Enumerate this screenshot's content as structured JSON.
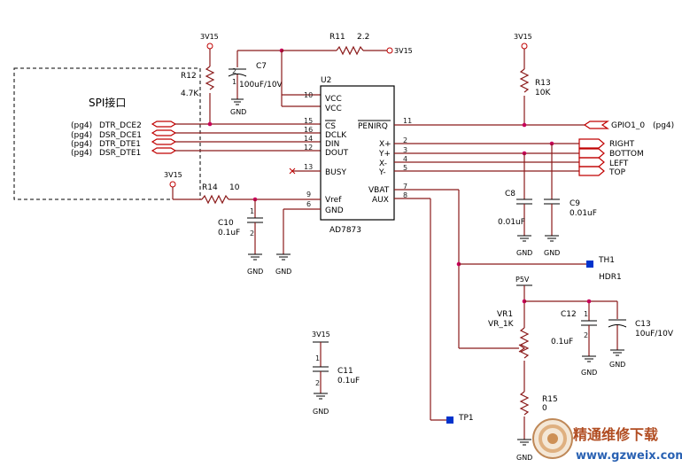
{
  "ic": {
    "ref": "U2",
    "part": "AD7873",
    "pins_left": [
      {
        "num": "10",
        "name": "VCC"
      },
      {
        "num": "",
        "name": "VCC"
      },
      {
        "num": "15",
        "name": "CS"
      },
      {
        "num": "16",
        "name": "DCLK"
      },
      {
        "num": "14",
        "name": "DIN"
      },
      {
        "num": "12",
        "name": "DOUT"
      },
      {
        "num": "13",
        "name": "BUSY"
      },
      {
        "num": "9",
        "name": "Vref"
      },
      {
        "num": "6",
        "name": "GND"
      }
    ],
    "pins_right": [
      {
        "num": "11",
        "name": "PENIRQ"
      },
      {
        "num": "2",
        "name": "X+"
      },
      {
        "num": "3",
        "name": "Y+"
      },
      {
        "num": "4",
        "name": "X-"
      },
      {
        "num": "5",
        "name": "Y-"
      },
      {
        "num": "7",
        "name": "VBAT"
      },
      {
        "num": "8",
        "name": "AUX"
      }
    ]
  },
  "power": {
    "v3v15": "3V15",
    "p5v": "P5V",
    "gnd": "GND"
  },
  "components": {
    "r11": {
      "ref": "R11",
      "value": "2.2"
    },
    "r12": {
      "ref": "R12",
      "value": "4.7K"
    },
    "r13": {
      "ref": "R13",
      "value": "10K"
    },
    "r14": {
      "ref": "R14",
      "value": "10"
    },
    "r15": {
      "ref": "R15",
      "value": "0"
    },
    "c7": {
      "ref": "C7",
      "value": "100uF/10V"
    },
    "c8": {
      "ref": "C8",
      "value": "0.01uF"
    },
    "c9": {
      "ref": "C9",
      "value": "0.01uF"
    },
    "c10": {
      "ref": "C10",
      "value": "0.1uF"
    },
    "c11": {
      "ref": "C11",
      "value": "0.1uF"
    },
    "c12": {
      "ref": "C12",
      "value": "0.1uF"
    },
    "c13": {
      "ref": "C13",
      "value": "10uF/10V"
    },
    "vr1": {
      "ref": "VR1",
      "value": "VR_1K"
    },
    "th1": {
      "ref": "TH1"
    },
    "hdr1": {
      "ref": "HDR1"
    },
    "tp1": {
      "ref": "TP1"
    }
  },
  "spi_block": {
    "label": "SPI接口",
    "ports": [
      {
        "page": "(pg4)",
        "name": "DTR_DCE2"
      },
      {
        "page": "(pg4)",
        "name": "DSR_DCE1"
      },
      {
        "page": "(pg4)",
        "name": "DTR_DTE1"
      },
      {
        "page": "(pg4)",
        "name": "DSR_DTE1"
      }
    ]
  },
  "gpio": {
    "name": "GPIO1_0",
    "page": "(pg4)"
  },
  "touch_ports": [
    "RIGHT",
    "BOTTOM",
    "LEFT",
    "TOP"
  ],
  "pin_marks": {
    "one": "1",
    "two": "2"
  },
  "watermark": {
    "cn": "精通维修下载",
    "url": "www.gzweix.com"
  }
}
